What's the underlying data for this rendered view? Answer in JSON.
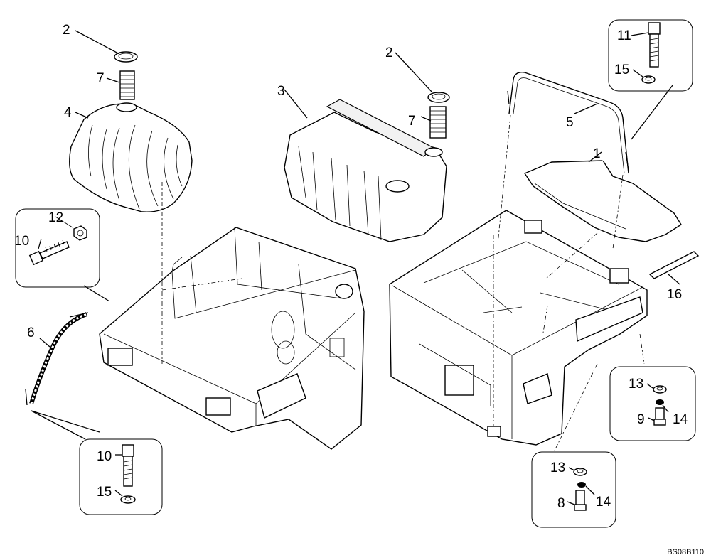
{
  "diagram": {
    "callouts": {
      "c1": "1",
      "c2a": "2",
      "c2b": "2",
      "c3": "3",
      "c4": "4",
      "c5": "5",
      "c6": "6",
      "c7a": "7",
      "c7b": "7",
      "c8": "8",
      "c9": "9",
      "c10a": "10",
      "c10b": "10",
      "c11": "11",
      "c12": "12",
      "c13a": "13",
      "c13b": "13",
      "c14a": "14",
      "c14b": "14",
      "c15a": "15",
      "c15b": "15",
      "c16": "16"
    },
    "reference_code": "BS08B110"
  }
}
